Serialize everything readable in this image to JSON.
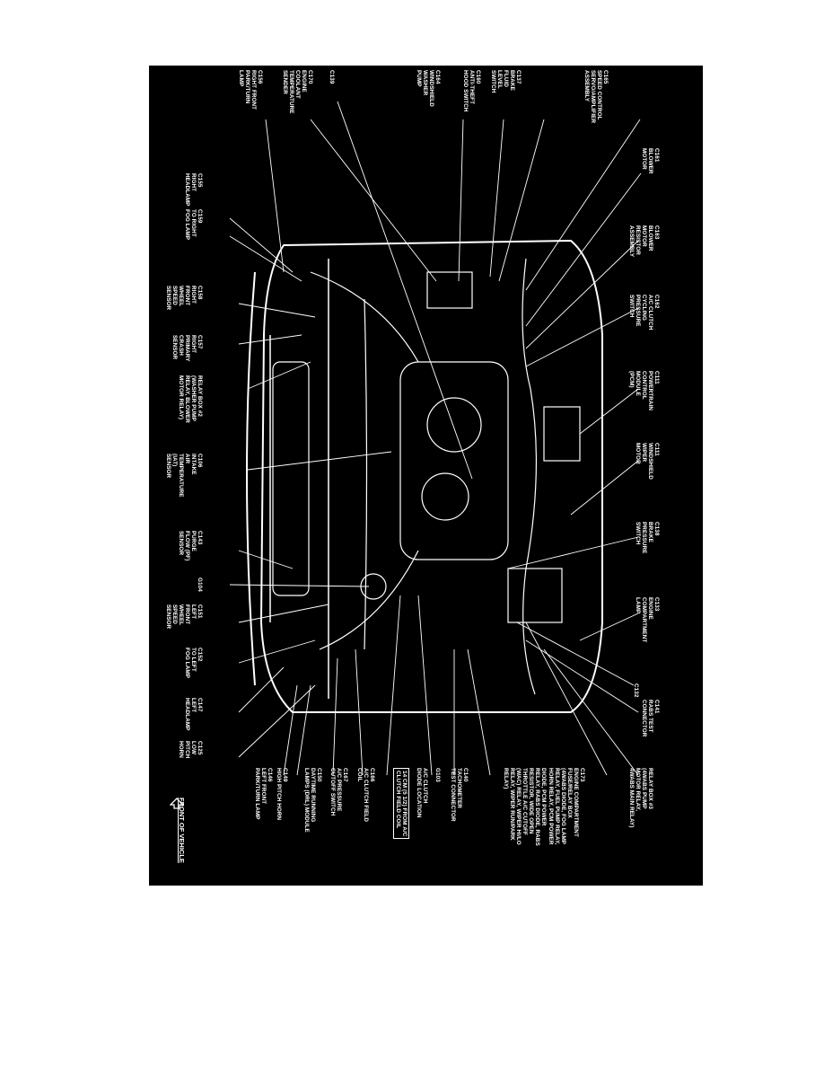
{
  "colors": {
    "background": "#000000",
    "lines": "#ffffff",
    "page": "#ffffff"
  },
  "front_label": "FRONT OF VEHICLE",
  "front_icon": "arrow-up-icon",
  "labels": [
    {
      "id": "c165",
      "text": "C165\nSPEED CONTROL\nSERVO/AMPLIFIER\nASSEMBLY"
    },
    {
      "id": "c137",
      "text": "C137\nBRAKE\nFLUID\nLEVEL\nSWITCH"
    },
    {
      "id": "c160",
      "text": "C160\nANTI-THEFT\nHOOD SWITCH"
    },
    {
      "id": "c164",
      "text": "C164\nWINDSHIELD\nWASHER\nPUMP"
    },
    {
      "id": "c139",
      "text": "C139"
    },
    {
      "id": "c170",
      "text": "C170\nENGINE\nCOOLANT\nTEMPERATURE\nSENDER"
    },
    {
      "id": "c156",
      "text": "C156\nRIGHT FRONT\nPARK/TURN\nLAMP"
    },
    {
      "id": "c161",
      "text": "C161\nBLOWER\nMOTOR"
    },
    {
      "id": "c163",
      "text": "C163\nBLOWER\nMOTOR\nRESISTOR\nASSEMBLY"
    },
    {
      "id": "c155",
      "text": "C155\nRIGHT\nHEADLAMP"
    },
    {
      "id": "c159",
      "text": "C159\nTO RIGHT\nFOG LAMP"
    },
    {
      "id": "c162",
      "text": "C162\nA/C CLUTCH\nCYCLING\nPRESSURE\nSWITCH"
    },
    {
      "id": "c158",
      "text": "C158\nRIGHT\nFRONT\nWHEEL\nSPEED\nSENSOR"
    },
    {
      "id": "c111",
      "text": "C111\nPOWERTRAIN\nCONTROL\nMODULE\n(PCM)"
    },
    {
      "id": "c157",
      "text": "C157\nRIGHT\nPRIMARY\nCRASH\nSENSOR"
    },
    {
      "id": "relaybox2",
      "text": "RELAY BOX #2\n(WASHER PUMP\nRELAY, BLOWER\nMOTOR RELAY)"
    },
    {
      "id": "c111b",
      "text": "C111\nWINDSHIELD\nWIPER\nMOTOR"
    },
    {
      "id": "c106",
      "text": "C106\nINTAKE\nAIR\nTEMPERATURE\n(IAT)\nSENSOR"
    },
    {
      "id": "c138",
      "text": "C138\nBRAKE\nPRESSURE\nSWITCH"
    },
    {
      "id": "c143",
      "text": "C143\nPURGE\nFLOW (PF)\nSENSOR"
    },
    {
      "id": "g104",
      "text": "G104"
    },
    {
      "id": "c133",
      "text": "C133\nENGINE\nCOMPARTMENT\nLAMP"
    },
    {
      "id": "c151",
      "text": "C151\nLEFT\nFRONT\nWHEEL\nSPEED\nSENSOR"
    },
    {
      "id": "c152",
      "text": "C152\nTO LEFT\nFOG LAMP"
    },
    {
      "id": "c132",
      "text": "C132"
    },
    {
      "id": "c141",
      "text": "C141\nRABS TEST\nCONNECTOR"
    },
    {
      "id": "c147",
      "text": "C147\nLEFT\nHEADLAMP"
    },
    {
      "id": "c125",
      "text": "C125\nLOW\nPITCH\nHORN"
    },
    {
      "id": "relaybox3",
      "text": "RELAY BOX #3\n(4WABS PUMP\nMOTOR RELAY,\n4WABS MAIN RELAY)"
    },
    {
      "id": "c173",
      "text": "C173\nENGINE COMPARTMENT\nFUSE/RELAY BOX\n(4WABS DIODE, FOG LAMP\nRELAY, FUEL PUMP RELAY,\nHORN RELAY, PCM POWER\nDIODE, PCM POWER\nRELAY, RABS DIODE, RABS\nRESISTOR, WIDE OPEN\nTHROTTLE A/C CUTOFF\n(WAC) RELAY, WIPER HI/LO\nRELAY, WIPER RUN/PARK\nRELAY)"
    },
    {
      "id": "c140",
      "text": "C140\nTACHOMETER\nTEST CONNECTOR"
    },
    {
      "id": "g103",
      "text": "G103"
    },
    {
      "id": "acdiode",
      "text": "A/C CLUTCH\nDIODE LOCATION"
    },
    {
      "id": "acnote",
      "text": "14 CM (5 1/2) FROM A/C\nCLUTCH FIELD COIL"
    },
    {
      "id": "c166",
      "text": "C166\nA/C CLUTCH FIELD\nCOIL"
    },
    {
      "id": "c167",
      "text": "C167\nA/C PRESSURE\nCUTOFF SWITCH"
    },
    {
      "id": "c150",
      "text": "C150\nDAYTIME RUNNING\nLAMPS (DRL) MODULE"
    },
    {
      "id": "c149",
      "text": "C149\nHIGH PITCH HORN"
    },
    {
      "id": "c146",
      "text": "C146\nLEFT FRONT\nPARK/TURN LAMP"
    }
  ]
}
